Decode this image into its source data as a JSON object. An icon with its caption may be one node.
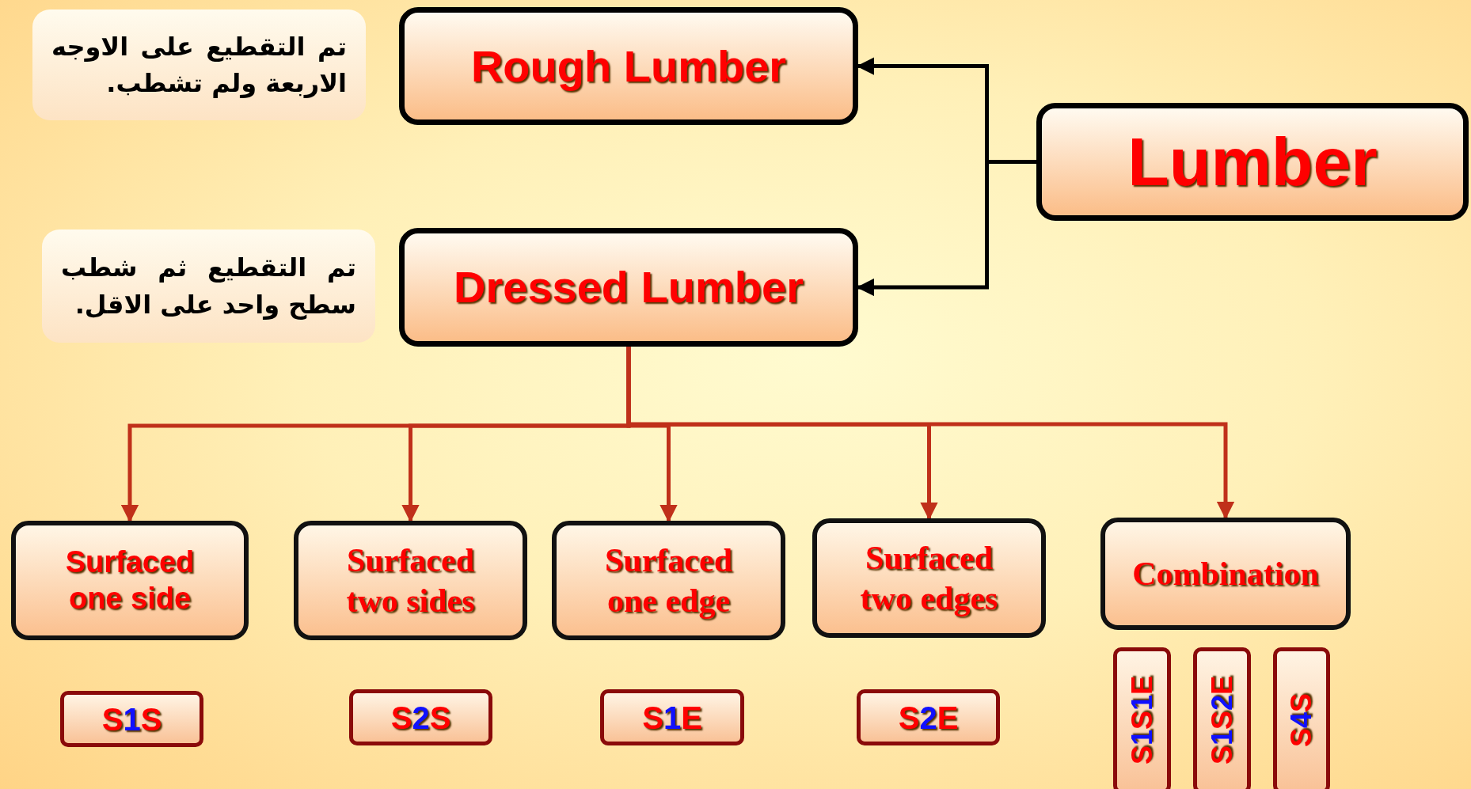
{
  "diagram": {
    "nodes": [
      {
        "text": [
          "Lumber"
        ]
      },
      {
        "text": [
          "Rough Lumber"
        ]
      },
      {
        "text": [
          "Dressed Lumber"
        ]
      },
      {
        "text": [
          "تم التقطيع على الاوجه الاربعة ولم تشطب."
        ]
      },
      {
        "text": [
          "تم التقطيع ثم شطب سطح واحد على الاقل."
        ]
      },
      {
        "text": [
          "Surfaced one side"
        ]
      },
      {
        "text": [
          "Surfaced two sides"
        ]
      },
      {
        "text": [
          "Surfaced one edge"
        ]
      },
      {
        "text": [
          "Surfaced two edges"
        ]
      },
      {
        "text": [
          "Combination"
        ]
      },
      {
        "text": [
          "S1S"
        ]
      },
      {
        "text": [
          "S2S"
        ]
      },
      {
        "text": [
          "S1E"
        ]
      },
      {
        "text": [
          "S2E"
        ]
      },
      {
        "text": [
          "S1S1E"
        ]
      },
      {
        "text": [
          "S1S2E"
        ]
      },
      {
        "text": [
          "S4S"
        ]
      }
    ],
    "edges": [
      {
        "from": 0,
        "to": 1,
        "arrow": "to",
        "color": "#000000"
      },
      {
        "from": 0,
        "to": 2,
        "arrow": "to",
        "color": "#000000"
      },
      {
        "from": 2,
        "to": 5,
        "arrow": "to"
      },
      {
        "from": 2,
        "to": 6,
        "arrow": "to"
      },
      {
        "from": 2,
        "to": 7,
        "arrow": "to"
      },
      {
        "from": 2,
        "to": 8,
        "arrow": "to"
      },
      {
        "from": 2,
        "to": 9,
        "arrow": "to"
      }
    ]
  }
}
